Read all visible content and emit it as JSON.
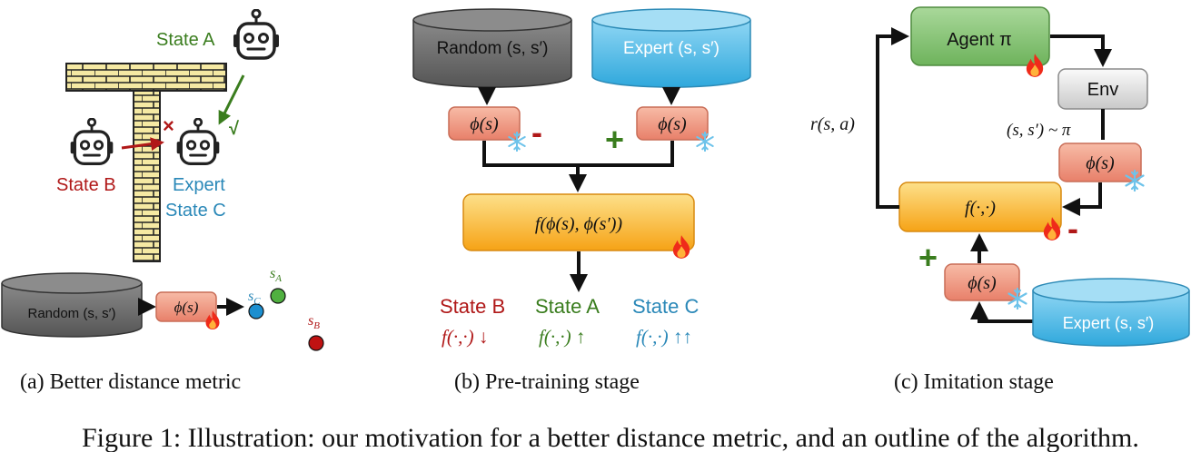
{
  "panel_a": {
    "state_a": "State A",
    "state_b": "State B",
    "expert_line1": "Expert",
    "expert_line2": "State C",
    "wrong_mark": "×",
    "right_mark": "√",
    "db_label": "Random (s, s′)",
    "phi": "ϕ(s)",
    "s_c": "s",
    "s_c_sub": "C",
    "s_a": "s",
    "s_a_sub": "A",
    "s_b": "s",
    "s_b_sub": "B",
    "caption": "(a) Better distance metric"
  },
  "panel_b": {
    "random_db": "Random (s, s′)",
    "expert_db": "Expert (s, s′)",
    "phi_left": "ϕ(s)",
    "phi_right": "ϕ(s)",
    "minus": "-",
    "plus": "+",
    "f_box": "f(ϕ(s), ϕ(s′))",
    "state_b": "State B",
    "state_a": "State A",
    "state_c": "State C",
    "f_b": "f(·,·) ↓",
    "f_a": "f(·,·) ↑",
    "f_c": "f(·,·) ↑↑",
    "caption": "(b) Pre-training stage"
  },
  "panel_c": {
    "agent": "Agent π",
    "env": "Env",
    "reward": "r(s, a)",
    "rollout": "(s, s′) ~ π",
    "phi_top": "ϕ(s)",
    "f_box": "f(·,·)",
    "minus": "-",
    "plus": "+",
    "phi_bottom": "ϕ(s)",
    "expert_db": "Expert (s, s′)",
    "caption": "(c) Imitation stage"
  },
  "footer_text": "Figure 1: Illustration: our motivation for a better distance metric, and an outline of the algorithm.",
  "colors": {
    "red": "#b01818",
    "green": "#3a7d1e",
    "blue": "#2a88b8",
    "agent_green": "#86c276",
    "phi_salmon": "#ef9a80",
    "f_orange": "#fbb829",
    "wall": "#f5e9a3",
    "gray_db": "#6f6f6f",
    "blue_db": "#53bde6"
  }
}
